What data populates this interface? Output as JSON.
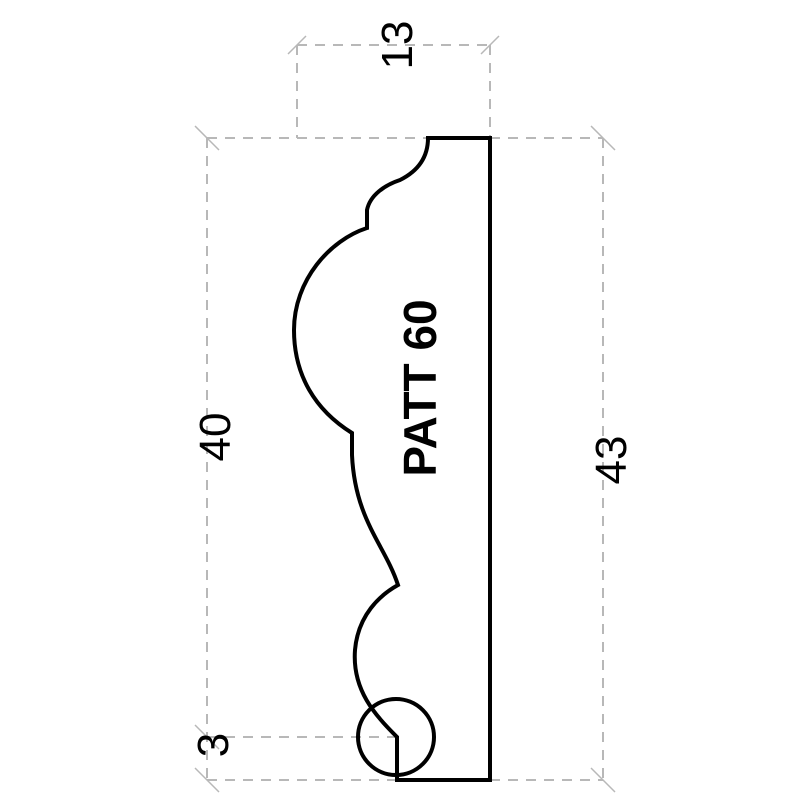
{
  "drawing": {
    "pattern_label": "PATT 60",
    "dimensions": {
      "top_width": "13",
      "left_height": "40",
      "right_height": "43",
      "bottom_offset": "3"
    },
    "colors": {
      "profile": "#000000",
      "dimension_lines": "#b8b8b8"
    }
  }
}
